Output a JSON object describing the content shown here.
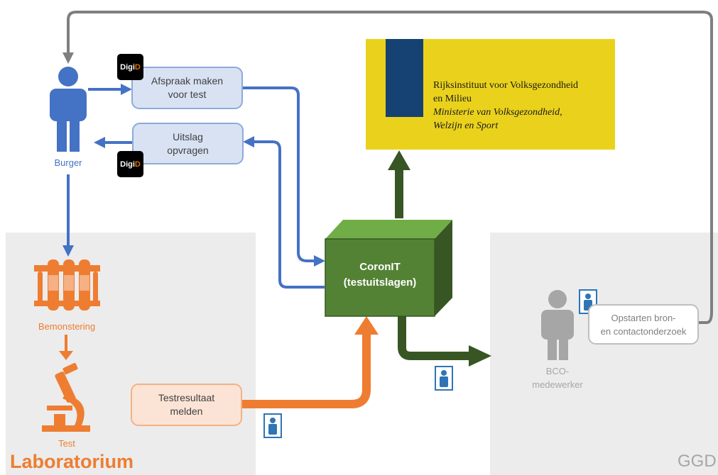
{
  "zones": {
    "laboratorium": "Laboratorium",
    "ggd": "GGD"
  },
  "actors": {
    "burger": "Burger",
    "bco_line1": "BCO-",
    "bco_line2": "medewerker"
  },
  "steps": {
    "afspraak_line1": "Afspraak maken",
    "afspraak_line2": "voor test",
    "uitslag_line1": "Uitslag",
    "uitslag_line2": "opvragen",
    "testresultaat_line1": "Testresultaat",
    "testresultaat_line2": "melden",
    "opstarten_line1": "Opstarten bron-",
    "opstarten_line2": "en contactonderzoek",
    "bemonstering": "Bemonstering",
    "test": "Test"
  },
  "digid": {
    "prefix": "Digi",
    "suffix": "D"
  },
  "system": {
    "line1": "CoronIT",
    "line2": "(testuitslagen)"
  },
  "rivm": {
    "line1": "Rijksinstituut voor Volksgezondheid",
    "line2": "en Milieu",
    "line3": "Ministerie van Volksgezondheid,",
    "line4": "Welzijn en Sport"
  },
  "colors": {
    "blue": "#4472c4",
    "orange": "#ee7d31",
    "green_dark": "#375623",
    "green_mid": "#548235",
    "gray_arrow": "#7f7f7f",
    "rivm_yellow": "#ead21c",
    "rivm_blue": "#154273"
  }
}
